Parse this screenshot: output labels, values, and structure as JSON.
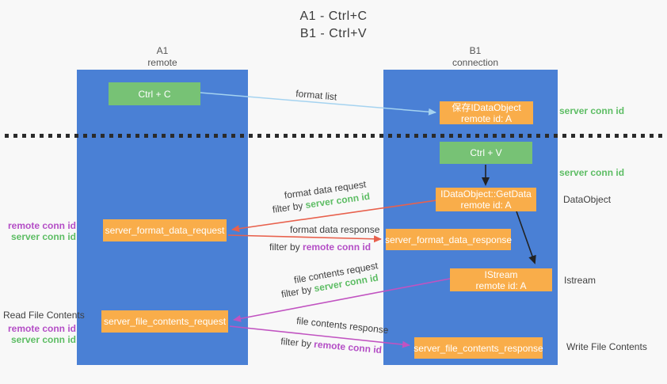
{
  "title": {
    "line1": "A1 - Ctrl+C",
    "line2": "B1 - Ctrl+V"
  },
  "columns": {
    "left": {
      "name": "A1",
      "subtitle": "remote"
    },
    "right": {
      "name": "B1",
      "subtitle": "connection"
    }
  },
  "nodes": {
    "ctrl_c": "Ctrl + C",
    "ctrl_v": "Ctrl + V",
    "save_dataobject": {
      "line1": "保存IDataObject",
      "line2": "remote id: A"
    },
    "getdata": {
      "line1": "IDataObject::GetData",
      "line2": "remote id: A"
    },
    "istream": {
      "line1": "IStream",
      "line2": "remote id: A"
    },
    "format_request": "server_format_data_request",
    "format_response": "server_format_data_response",
    "file_request": "server_file_contents_request",
    "file_response": "server_file_contents_response"
  },
  "labels": {
    "format_list": "format list",
    "format_data_request": "format data request",
    "format_data_response": "format data response",
    "file_contents_request": "file contents request",
    "file_contents_response": "file contents response",
    "filter_by": "filter by",
    "server_conn_id": "server conn id",
    "remote_conn_id": "remote conn id",
    "dataobject": "DataObject",
    "istream_side": "Istream",
    "read_file_contents": "Read File Contents",
    "write_file_contents": "Write File Contents"
  },
  "colors": {
    "column_blue": "#4a80d5",
    "box_green": "#77c275",
    "box_orange": "#f9ad4a",
    "accent_green": "#5dbd64",
    "accent_purple": "#b44ec6",
    "arrow_red": "#e8614d",
    "arrow_magenta": "#c153c1",
    "arrow_lightblue": "#a5d3f0",
    "arrow_black": "#222222"
  }
}
